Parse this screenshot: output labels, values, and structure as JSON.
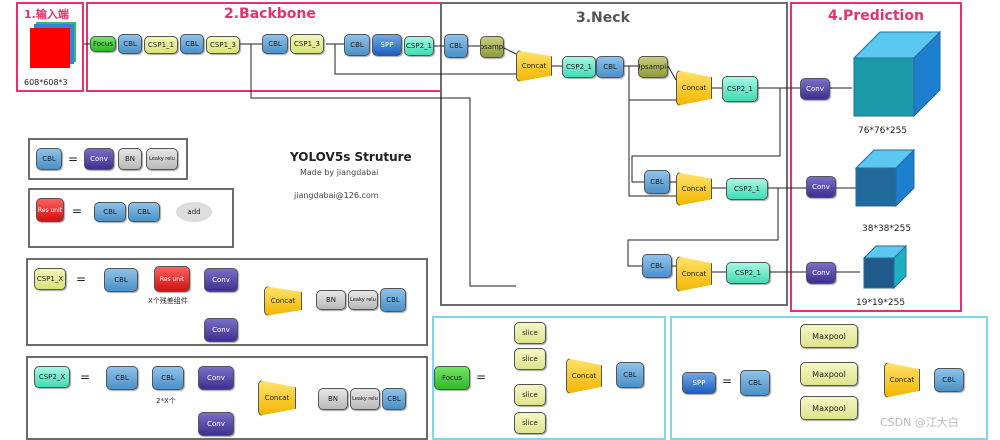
{
  "title": {
    "main": "YOLOV5s Struture",
    "author": "Made by jiangdabai",
    "email": "jiangdabai@126.com"
  },
  "panels": {
    "input": {
      "label": "1.输入端",
      "size": "608*608*3"
    },
    "backbone": {
      "label": "2.Backbone"
    },
    "neck": {
      "label": "3.Neck"
    },
    "prediction": {
      "label": "4.Prediction"
    }
  },
  "backbone": {
    "blocks": [
      "Focus",
      "CBL",
      "CSP1_1",
      "CBL",
      "CSP1_3",
      "CBL",
      "CSP1_3",
      "CBL",
      "SPP",
      "CSP2_1"
    ]
  },
  "neck": {
    "blocks": [
      "CBL",
      "Upsample",
      "Concat",
      "CSP2_1",
      "CBL",
      "Upsample",
      "Concat",
      "CSP2_1",
      "CBL",
      "Concat",
      "CSP2_1",
      "CBL",
      "Concat",
      "CSP2_1"
    ]
  },
  "prediction": {
    "conv_label": "Conv",
    "outputs": [
      "76*76*255",
      "38*38*255",
      "19*19*255"
    ]
  },
  "legend": {
    "equals": "=",
    "cbl": {
      "name": "CBL",
      "parts": [
        "Conv",
        "BN",
        "Leaky relu"
      ]
    },
    "res_unit": {
      "name": "Res unit",
      "parts": [
        "CBL",
        "CBL",
        "add"
      ]
    },
    "csp1": {
      "name": "CSP1_X",
      "parts": [
        "CBL",
        "Res unit",
        "Conv",
        "Conv",
        "Concat",
        "BN",
        "Leaky relu",
        "CBL"
      ],
      "note": "X个残差组件"
    },
    "csp2": {
      "name": "CSP2_X",
      "parts": [
        "CBL",
        "CBL",
        "Conv",
        "Conv",
        "Concat",
        "BN",
        "Leaky relu",
        "CBL"
      ],
      "note": "2*X个"
    },
    "focus": {
      "name": "Focus",
      "parts": [
        "slice",
        "slice",
        "slice",
        "slice",
        "Concat",
        "CBL"
      ]
    },
    "spp": {
      "name": "SPP",
      "parts": [
        "CBL",
        "Maxpool",
        "Maxpool",
        "Maxpool",
        "Concat",
        "CBL"
      ]
    }
  },
  "watermark": "CSDN @江大白"
}
